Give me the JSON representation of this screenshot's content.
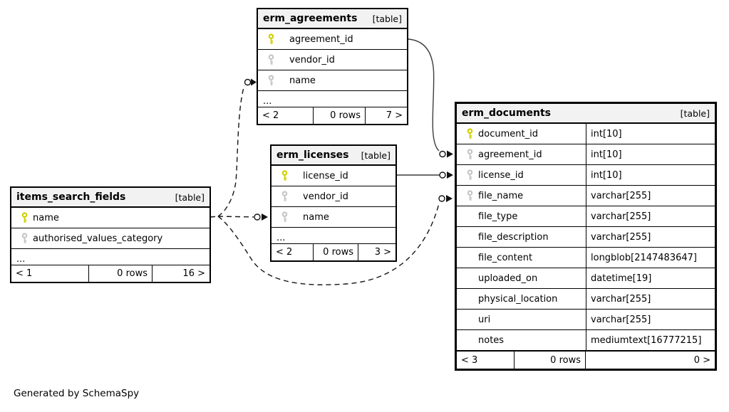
{
  "generated_by": "Generated by SchemaSpy",
  "colors": {
    "primary_key_icon": "#d0d000",
    "index_key_icon": "#c6c6c6",
    "table_header_bg": "#f2f2f2",
    "table_border": "#000000",
    "relation_solid": "#3d3d3d",
    "relation_dashed": "#141414"
  },
  "tables": {
    "erm_agreements": {
      "title": "erm_agreements",
      "tag": "[table]",
      "ellipsis": "...",
      "columns": [
        {
          "name": "agreement_id",
          "key": "primary"
        },
        {
          "name": "vendor_id",
          "key": "index"
        },
        {
          "name": "name",
          "key": "index"
        }
      ],
      "footer": {
        "prev": "< 2",
        "rows": "0 rows",
        "next": "7 >"
      }
    },
    "erm_licenses": {
      "title": "erm_licenses",
      "tag": "[table]",
      "ellipsis": "...",
      "columns": [
        {
          "name": "license_id",
          "key": "primary"
        },
        {
          "name": "vendor_id",
          "key": "index"
        },
        {
          "name": "name",
          "key": "index"
        }
      ],
      "footer": {
        "prev": "< 2",
        "rows": "0 rows",
        "next": "3 >"
      }
    },
    "items_search_fields": {
      "title": "items_search_fields",
      "tag": "[table]",
      "ellipsis": "...",
      "columns": [
        {
          "name": "name",
          "key": "primary"
        },
        {
          "name": "authorised_values_category",
          "key": "index"
        }
      ],
      "footer": {
        "prev": "< 1",
        "rows": "0 rows",
        "next": "16 >"
      }
    },
    "erm_documents": {
      "title": "erm_documents",
      "tag": "[table]",
      "columns": [
        {
          "name": "document_id",
          "type": "int[10]",
          "key": "primary"
        },
        {
          "name": "agreement_id",
          "type": "int[10]",
          "key": "index"
        },
        {
          "name": "license_id",
          "type": "int[10]",
          "key": "index"
        },
        {
          "name": "file_name",
          "type": "varchar[255]",
          "key": "index"
        },
        {
          "name": "file_type",
          "type": "varchar[255]",
          "key": "none"
        },
        {
          "name": "file_description",
          "type": "varchar[255]",
          "key": "none"
        },
        {
          "name": "file_content",
          "type": "longblob[2147483647]",
          "key": "none"
        },
        {
          "name": "uploaded_on",
          "type": "datetime[19]",
          "key": "none"
        },
        {
          "name": "physical_location",
          "type": "varchar[255]",
          "key": "none"
        },
        {
          "name": "uri",
          "type": "varchar[255]",
          "key": "none"
        },
        {
          "name": "notes",
          "type": "mediumtext[16777215]",
          "key": "none"
        }
      ],
      "footer": {
        "prev": "< 3",
        "rows": "0 rows",
        "next": "0 >"
      }
    }
  },
  "relationships": [
    {
      "from": "erm_agreements.agreement_id",
      "to": "erm_documents.agreement_id",
      "style": "solid"
    },
    {
      "from": "erm_licenses.license_id",
      "to": "erm_documents.license_id",
      "style": "solid"
    },
    {
      "from": "items_search_fields.name",
      "to": "erm_agreements.name",
      "style": "dashed"
    },
    {
      "from": "items_search_fields.name",
      "to": "erm_licenses.name",
      "style": "dashed"
    },
    {
      "from": "items_search_fields.name",
      "to": "erm_documents.file_name",
      "style": "dashed"
    }
  ]
}
